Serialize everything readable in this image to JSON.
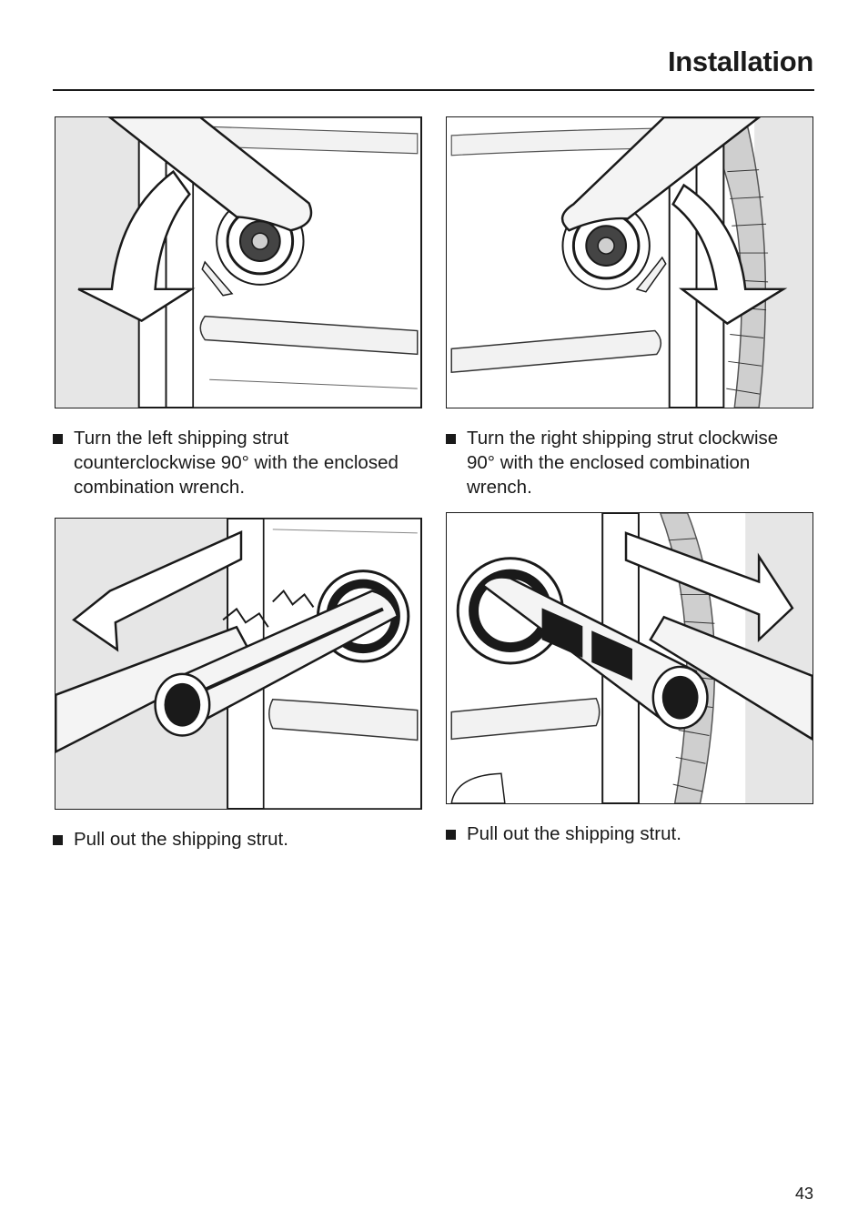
{
  "header": {
    "title": "Installation"
  },
  "steps": [
    {
      "text": "Turn the left shipping strut counterclockwise 90° with the enclosed combination wrench."
    },
    {
      "text": "Turn the right shipping strut clockwise 90° with the enclosed combination wrench."
    },
    {
      "text": "Pull out the shipping strut."
    },
    {
      "text": "Pull out the shipping strut."
    }
  ],
  "footer": {
    "page_number": "43"
  }
}
